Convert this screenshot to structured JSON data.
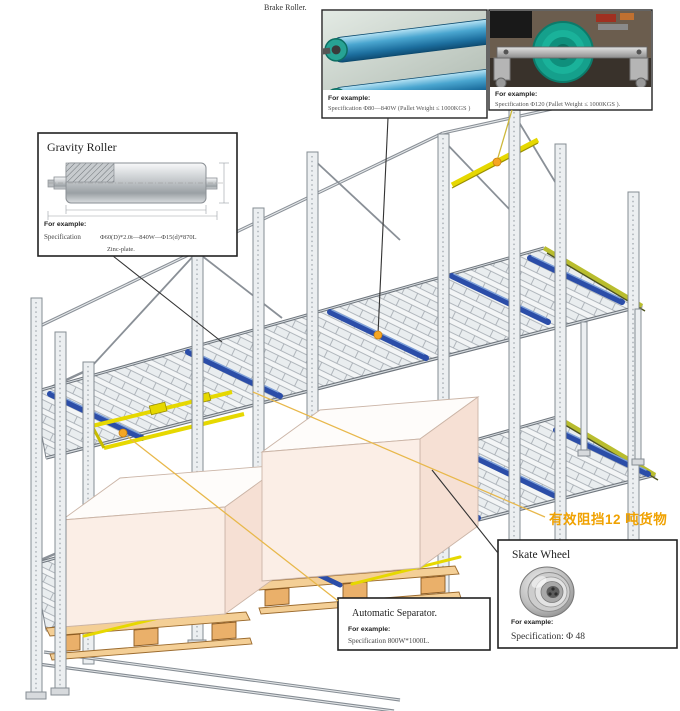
{
  "labels": {
    "brake_roller": "Brake Roller.",
    "capacity_note": "有效阻挡12 吨货物"
  },
  "callouts": {
    "brake_photo": {
      "for_example": "For example:",
      "spec": "Specification  Φ80—840W  (Pallet Weight ≤ 1000KGS )"
    },
    "wheel_photo": {
      "for_example": "For example:",
      "spec": "Specification  Φ120   (Pallet Weight ≤ 1000KGS )."
    },
    "gravity": {
      "title": "Gravity Roller",
      "for_example": "For example:",
      "spec_label": "Specification",
      "spec_value": "Φ60(D)*2.0t—840W—Φ15(d)*870L",
      "spec_value2": "Zinc-plate."
    },
    "skate": {
      "title": "Skate Wheel",
      "for_example": "For example:",
      "spec": "Specification: Φ 48"
    },
    "separator": {
      "title": "Automatic Separator.",
      "for_example": "For example:",
      "spec": "Specification  800W*1000L."
    }
  },
  "colors": {
    "roller_blue": "#2B4DA8",
    "beam_yellow": "#E6D800",
    "rail_olive": "#B9BD2E",
    "marker_orange": "#F5A623",
    "leader_orange": "#E8B84B",
    "note_orange": "#F0A202",
    "structure_gray": "#858C93"
  }
}
